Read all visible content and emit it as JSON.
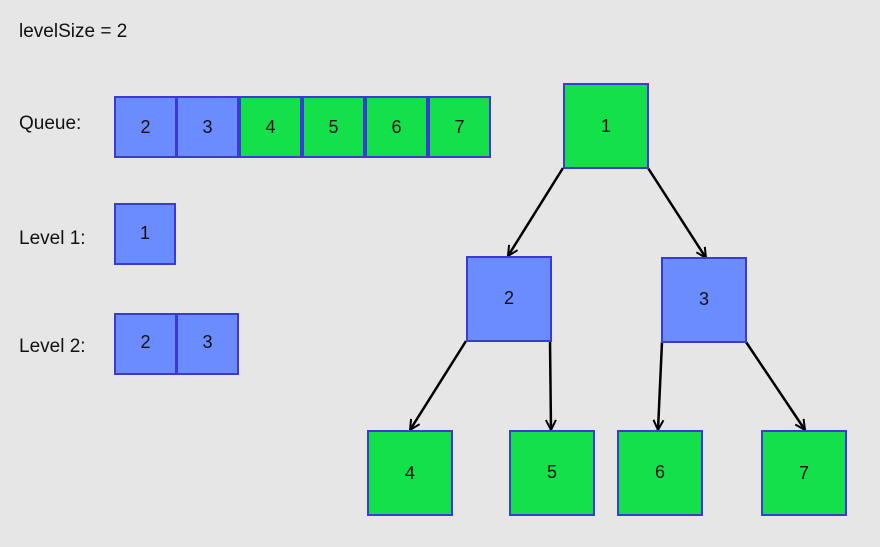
{
  "level_size": "levelSize = 2",
  "queue": {
    "label": "Queue:",
    "items": [
      {
        "value": "2",
        "color": "blue"
      },
      {
        "value": "3",
        "color": "blue"
      },
      {
        "value": "4",
        "color": "green"
      },
      {
        "value": "5",
        "color": "green"
      },
      {
        "value": "6",
        "color": "green"
      },
      {
        "value": "7",
        "color": "green"
      }
    ]
  },
  "level1": {
    "label": "Level 1:",
    "items": [
      "1"
    ]
  },
  "level2": {
    "label": "Level 2:",
    "items": [
      "2",
      "3"
    ]
  },
  "tree": {
    "nodes": [
      {
        "id": "1",
        "label": "1",
        "color": "green"
      },
      {
        "id": "2",
        "label": "2",
        "color": "blue"
      },
      {
        "id": "3",
        "label": "3",
        "color": "blue"
      },
      {
        "id": "4",
        "label": "4",
        "color": "green"
      },
      {
        "id": "5",
        "label": "5",
        "color": "green"
      },
      {
        "id": "6",
        "label": "6",
        "color": "green"
      },
      {
        "id": "7",
        "label": "7",
        "color": "green"
      }
    ],
    "edges": [
      [
        "1",
        "2"
      ],
      [
        "1",
        "3"
      ],
      [
        "2",
        "4"
      ],
      [
        "2",
        "5"
      ],
      [
        "3",
        "6"
      ],
      [
        "3",
        "7"
      ]
    ]
  },
  "colors": {
    "blue": "#6b8cff",
    "green": "#14e04a",
    "border": "#3a3ad6",
    "background": "#e6e6e6"
  }
}
